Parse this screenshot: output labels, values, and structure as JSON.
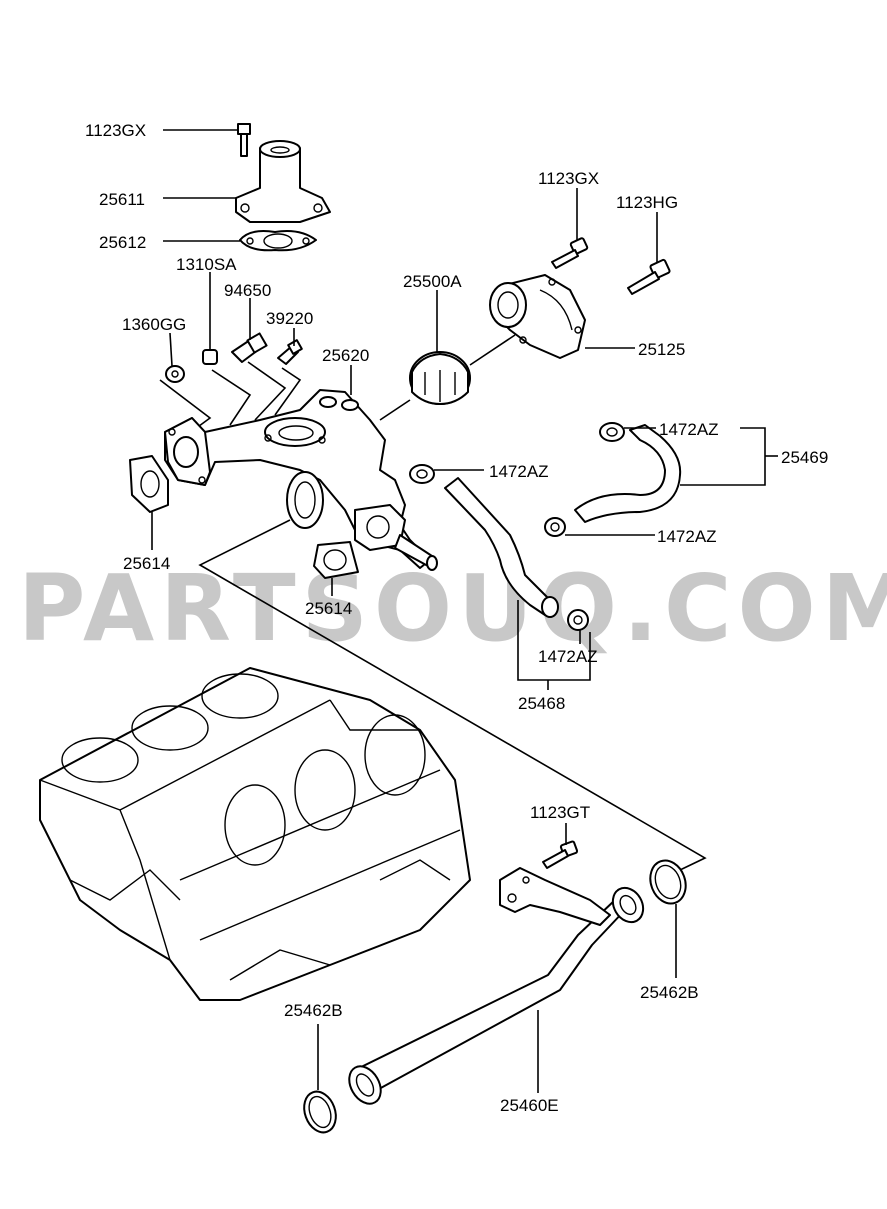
{
  "labels": {
    "bolt_top": "1123GX",
    "outlet_fitting": "25611",
    "outlet_gasket": "25612",
    "plug": "1310SA",
    "sender": "94650",
    "sensor": "39220",
    "washer": "1360GG",
    "thermostat": "25500A",
    "manifold": "25620",
    "gasket_left": "25614",
    "gasket_bottom": "25614",
    "bolt_right_1": "1123GX",
    "bolt_right_2": "1123HG",
    "housing": "25125",
    "clamp_1": "1472AZ",
    "clamp_2": "1472AZ",
    "clamp_3": "1472AZ",
    "clamp_4": "1472AZ",
    "hose_right": "25469",
    "hose_mid": "25468",
    "bolt_pipe": "1123GT",
    "oring_right": "25462B",
    "oring_left": "25462B",
    "pipe": "25460E"
  },
  "watermark": "PARTSOUQ.COM"
}
